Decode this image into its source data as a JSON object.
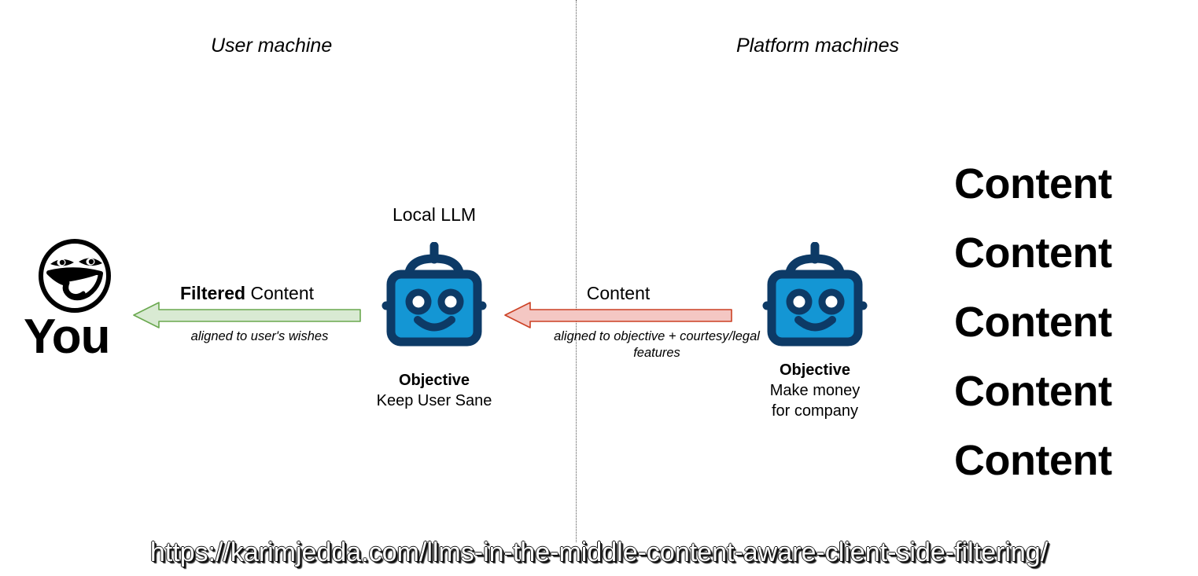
{
  "zones": {
    "left": "User machine",
    "right": "Platform machines"
  },
  "user": {
    "label": "You",
    "face_icon": "lol-guy-rage-face-icon"
  },
  "flows": [
    {
      "id": "filtered",
      "label_strong": "Filtered",
      "label_rest": " Content",
      "caption": "aligned to user's wishes",
      "direction": "left",
      "fill": "#d9ead3",
      "stroke": "#6aa84f"
    },
    {
      "id": "raw",
      "label_strong": "",
      "label_rest": "Content",
      "caption": "aligned to objective + courtesy/legal features",
      "direction": "left",
      "fill": "#f4c7c3",
      "stroke": "#cc4125"
    }
  ],
  "robots": {
    "local": {
      "top_label": "Local LLM",
      "objective_title": "Objective",
      "objective_lines": [
        "Keep User Sane"
      ],
      "icon": "robot-icon"
    },
    "platform": {
      "top_label": "",
      "objective_title": "Objective",
      "objective_lines": [
        "Make money",
        "for company"
      ],
      "icon": "robot-icon"
    }
  },
  "content_stack": {
    "items": [
      "Content",
      "Content",
      "Content",
      "Content",
      "Content"
    ]
  },
  "footer": {
    "url": "https://karimjedda.com/llms-in-the-middle-content-aware-client-side-filtering/"
  },
  "colors": {
    "robot_fill": "#1496d4",
    "robot_outline": "#0d3a66",
    "robot_eye": "#ffffff",
    "divider": "#555555",
    "green_fill": "#d9ead3",
    "green_stroke": "#6aa84f",
    "red_fill": "#f4c7c3",
    "red_stroke": "#cc4125"
  }
}
